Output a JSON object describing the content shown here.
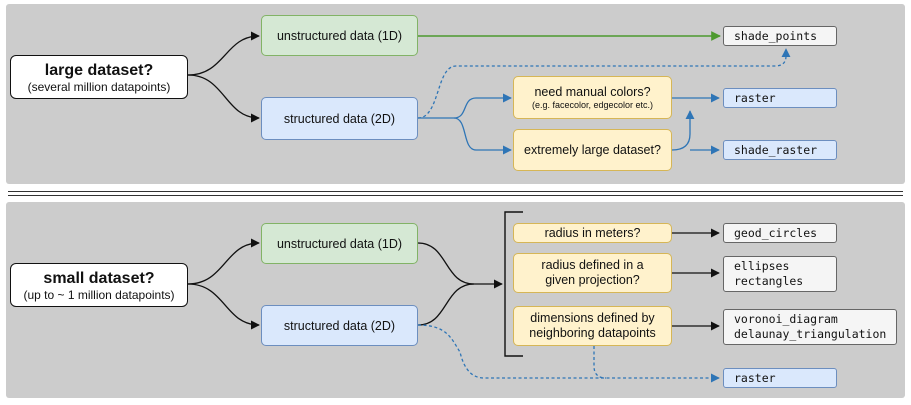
{
  "top": {
    "question": {
      "title": "large dataset?",
      "subtitle": "(several million datapoints)"
    },
    "unstructured": "unstructured data (1D)",
    "structured": "structured data (2D)",
    "q_colors": {
      "title": "need manual colors?",
      "subtitle": "(e.g. facecolor, edgecolor etc.)"
    },
    "q_large": "extremely large dataset?",
    "out_shade_points": "shade_points",
    "out_raster": "raster",
    "out_shade_raster": "shade_raster"
  },
  "bottom": {
    "question": {
      "title": "small dataset?",
      "subtitle": "(up to ~ 1 million datapoints)"
    },
    "unstructured": "unstructured data (1D)",
    "structured": "structured data (2D)",
    "q_meters": "radius in meters?",
    "q_projection": {
      "line1": "radius defined in a",
      "line2": "given projection?"
    },
    "q_neighbors": {
      "line1": "dimensions defined by",
      "line2": "neighboring datapoints"
    },
    "out_geod": "geod_circles",
    "out_ellipses": "ellipses",
    "out_rectangles": "rectangles",
    "out_voronoi": "voronoi_diagram",
    "out_delaunay": "delaunay_triangulation",
    "out_raster": "raster"
  },
  "colors": {
    "panel": "#cccccc",
    "green_fill": "#d5e8d4",
    "green_edge": "#82b366",
    "green_arrow": "#4d9a2e",
    "blue_fill": "#dae8fc",
    "blue_edge": "#6c8ebf",
    "blue_arrow": "#2e75b6",
    "yellow_fill": "#fff2cc",
    "yellow_edge": "#d6b656"
  }
}
